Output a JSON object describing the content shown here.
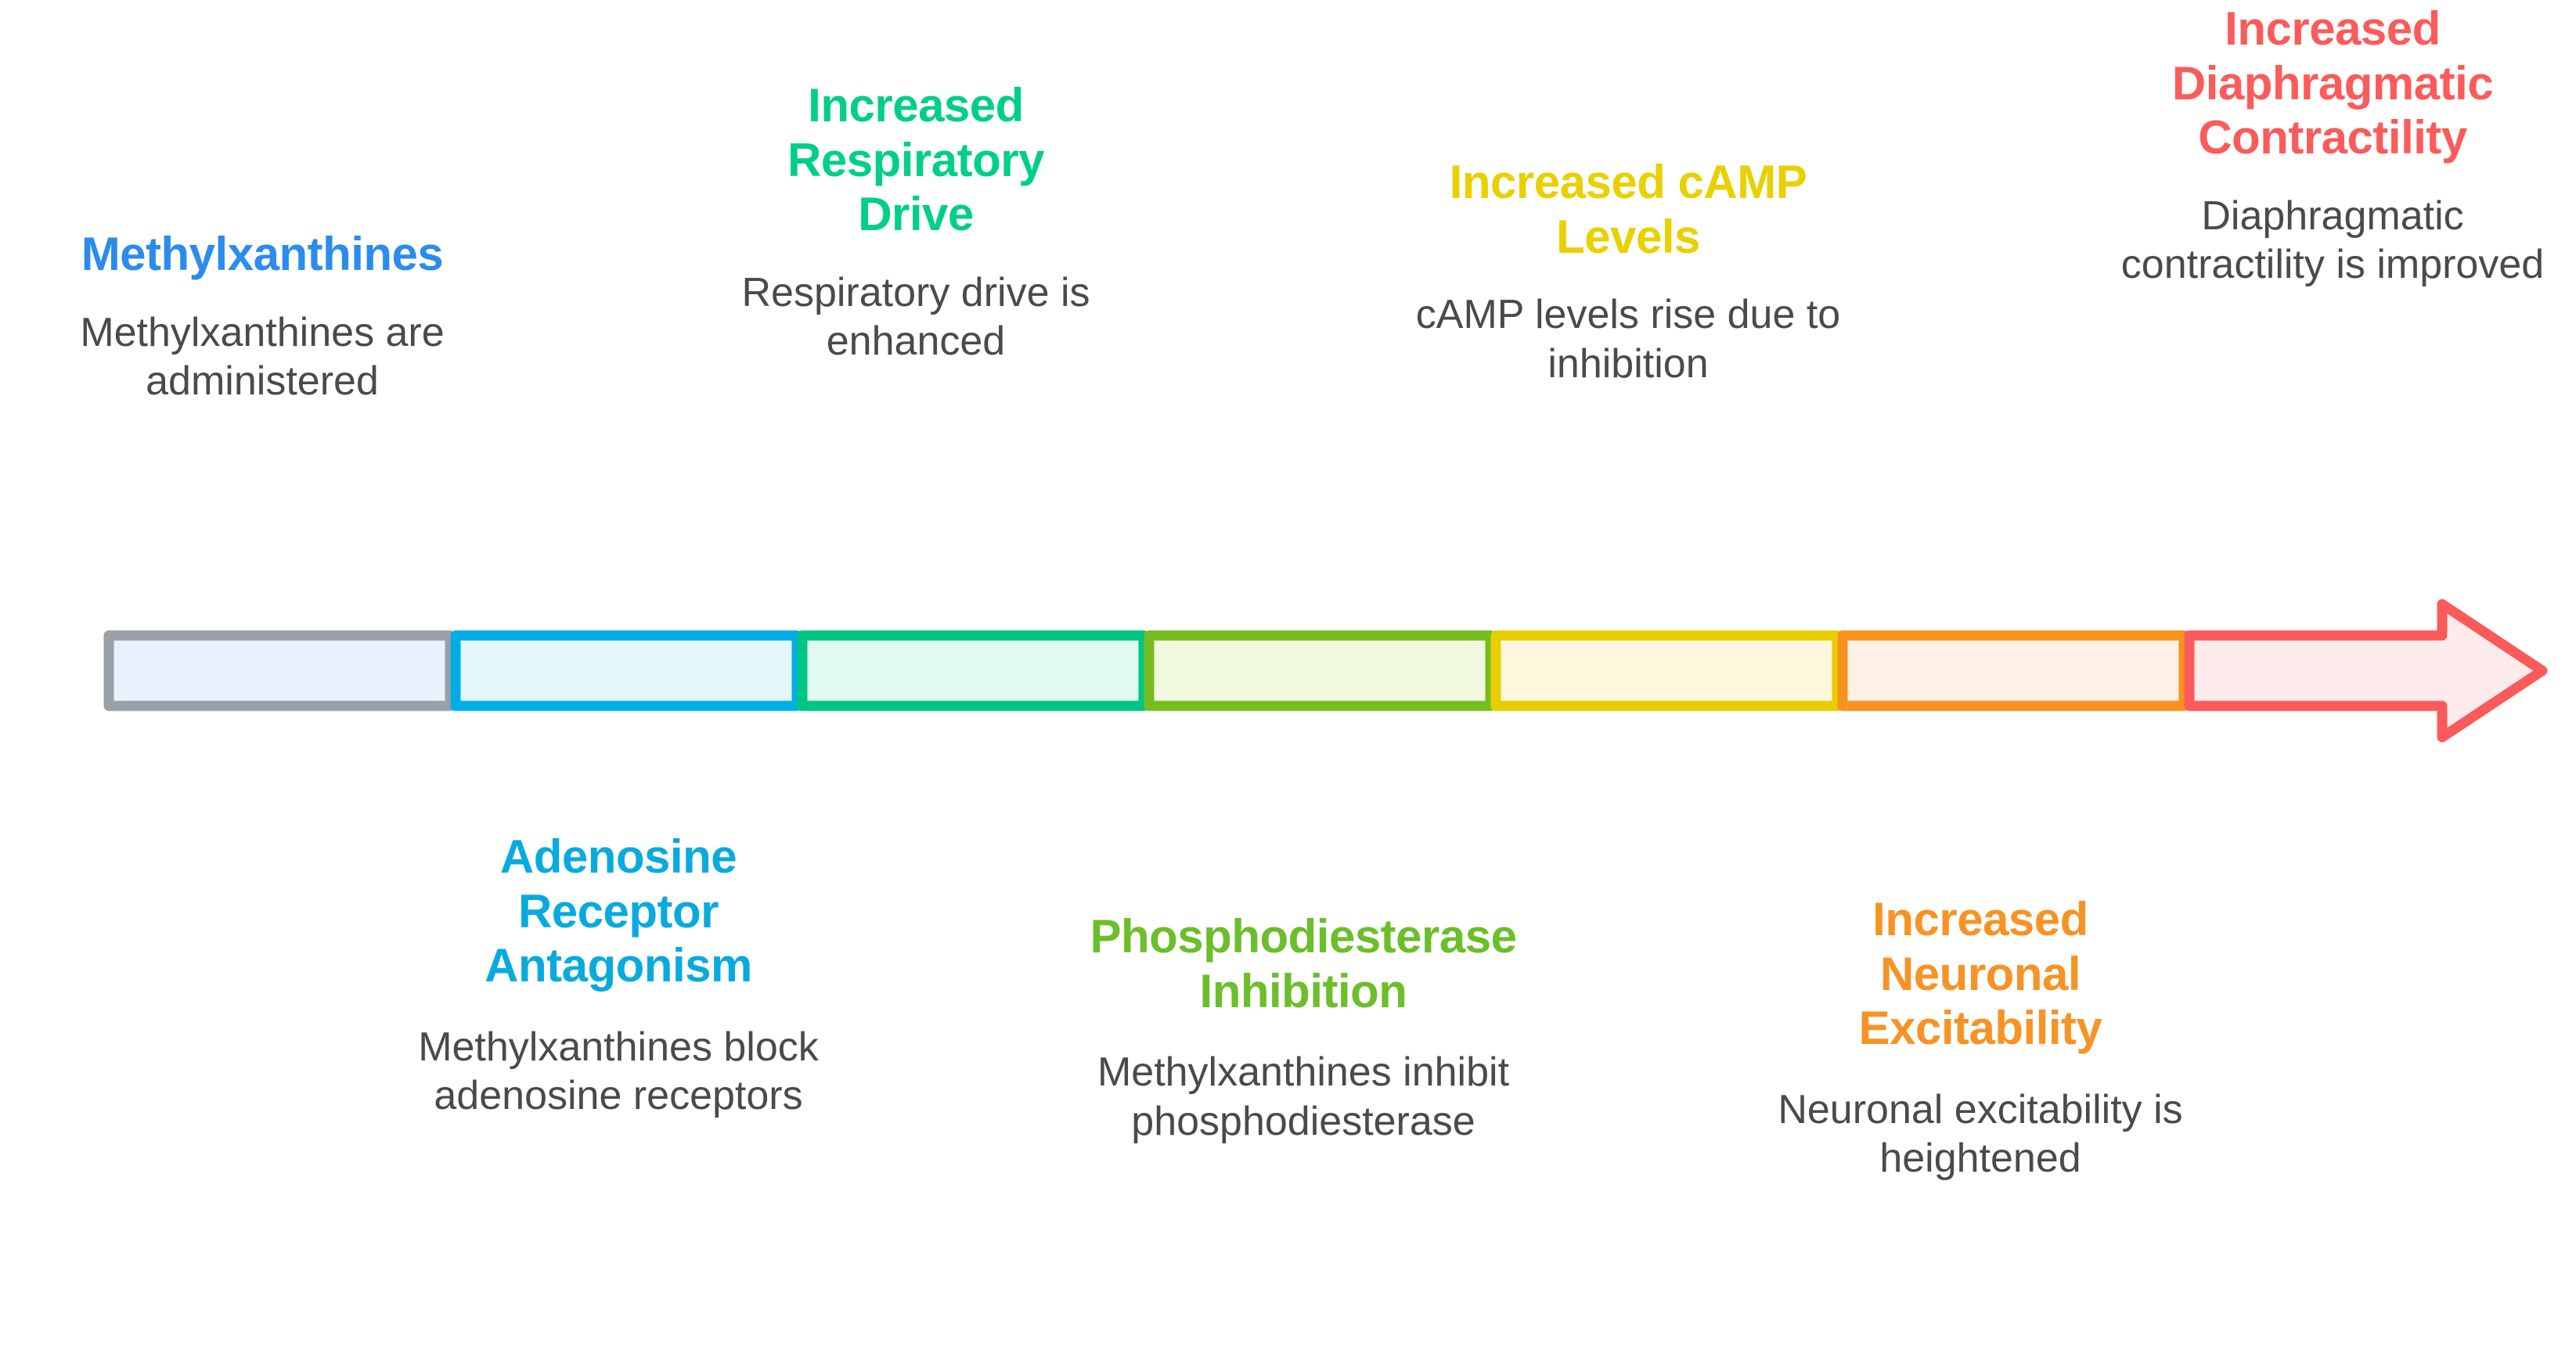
{
  "diagram": {
    "title": "Methylxanthines mechanism of action process arrow",
    "orientation": "horizontal",
    "arrow_direction": "right",
    "segment_count": 7
  },
  "palette": {
    "segment_1_border": "#9aa0a6",
    "segment_1_fill": "#eaf1fd",
    "segment_2_border": "#00aee4",
    "segment_2_fill": "#e3f7fd",
    "segment_3_border": "#00c583",
    "segment_3_fill": "#e0faf0",
    "segment_4_border": "#76bc21",
    "segment_5_border": "#e8ce00",
    "segment_5_fill": "#fdf8dd",
    "segment_6_border": "#f8921f",
    "segment_6_fill": "#fdf0e4",
    "segment_7_border": "#fb5a5a",
    "segment_7_fill": "#fdeaea",
    "segment_4_fill": "#f1fade",
    "title_blue": "#2b8ced",
    "title_cyan": "#0aaade",
    "title_green": "#00cf86",
    "title_yellowgreen": "#6cbe2b",
    "title_yellow": "#e9d000",
    "title_orange": "#f79325",
    "title_red": "#fb5b5b",
    "description_text": "#4a4a4a"
  },
  "steps": [
    {
      "index": 1,
      "position": "above",
      "title": "Methylxanthines",
      "description": "Methylxanthines are administered",
      "title_color": "#2b8ced",
      "segment_color": "#9aa0a6"
    },
    {
      "index": 2,
      "position": "below",
      "title": "Adenosine Receptor Antagonism",
      "description": "Methylxanthines block adenosine receptors",
      "title_color": "#0aaade",
      "segment_color": "#00aee4"
    },
    {
      "index": 3,
      "position": "above",
      "title": "Increased Respiratory Drive",
      "description": "Respiratory drive is enhanced",
      "title_color": "#00cf86",
      "segment_color": "#00c583"
    },
    {
      "index": 4,
      "position": "below",
      "title": "Phosphodiesterase Inhibition",
      "description": "Methylxanthines inhibit phosphodiesterase",
      "title_color": "#6cbe2b",
      "segment_color": "#76bc21"
    },
    {
      "index": 5,
      "position": "above",
      "title": "Increased cAMP Levels",
      "description": "cAMP levels rise due to inhibition",
      "title_color": "#e9d000",
      "segment_color": "#e8ce00"
    },
    {
      "index": 6,
      "position": "below",
      "title": "Increased Neuronal Excitability",
      "description": "Neuronal excitability is heightened",
      "title_color": "#f79325",
      "segment_color": "#f8921f"
    },
    {
      "index": 7,
      "position": "above",
      "title": "Increased Diaphragmatic Contractility",
      "description": "Diaphragmatic contractility is improved",
      "title_color": "#fb5b5b",
      "segment_color": "#fb5a5a"
    }
  ]
}
